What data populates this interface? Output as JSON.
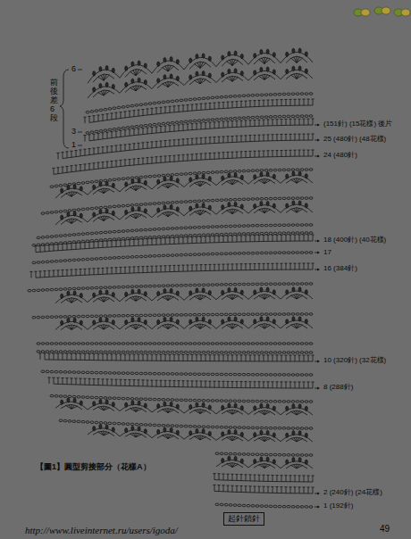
{
  "diagram": {
    "nodes": [
      {
        "text": [
          "起針鎖針"
        ]
      }
    ],
    "labels": [
      "6",
      "3",
      "1",
      "前後差6段",
      "(151針) (15花樣) 後片",
      "25 (480針) (48花樣)",
      "24 (480針)",
      "18 (400針) (40花樣)",
      "17",
      "16 (384針)",
      "10 (320針) (32花樣)",
      "8 (288針)",
      "2 (240針) (24花樣)",
      "1 (192針)",
      "【圖1】圓型剪接部分（花樣A）",
      "http://www.liveinternet.ru/users/igoda/",
      "49"
    ]
  }
}
